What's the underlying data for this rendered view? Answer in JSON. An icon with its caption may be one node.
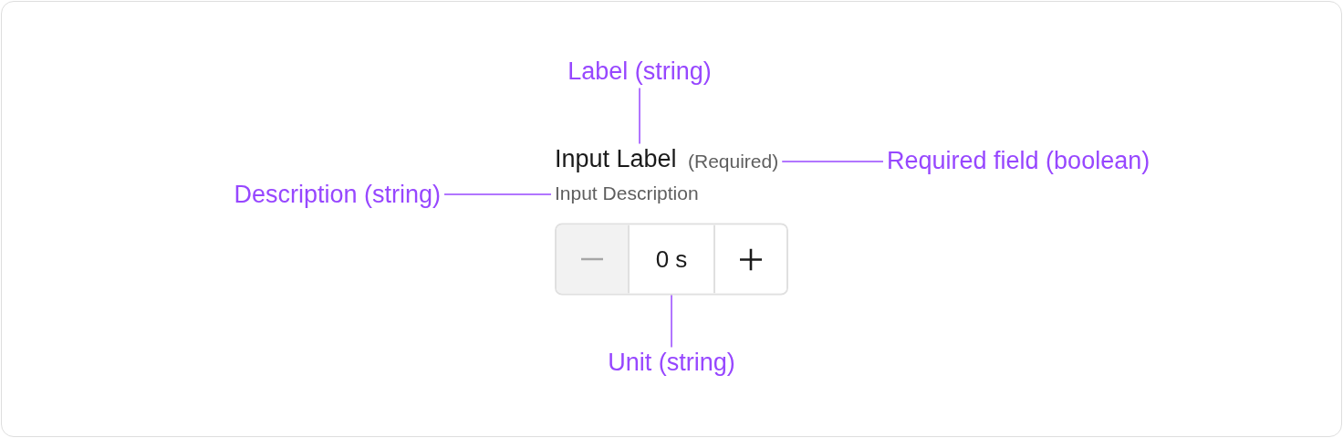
{
  "diagram": {
    "nodes": [
      {
        "text": [
          "Label (string)"
        ]
      },
      {
        "text": [
          "Input Label"
        ]
      },
      {
        "text": [
          "(Required)"
        ]
      },
      {
        "text": [
          "Required field (boolean)"
        ]
      },
      {
        "text": [
          "Description (string)"
        ]
      },
      {
        "text": [
          "Input Description"
        ]
      },
      {
        "text": [],
        "shape": "box"
      },
      {
        "text": [],
        "shape": "box",
        "in": 6
      },
      {
        "text": [
          "0 s"
        ],
        "in": 6
      },
      {
        "text": [],
        "shape": "box",
        "in": 6
      },
      {
        "text": [
          "Unit (string)"
        ]
      }
    ],
    "edges": [
      {
        "from": 0,
        "to": 1,
        "arrow": "none"
      },
      {
        "from": 3,
        "to": 2,
        "arrow": "none"
      },
      {
        "from": 4,
        "to": 5,
        "arrow": "none"
      },
      {
        "from": 10,
        "to": 8,
        "arrow": "none"
      }
    ]
  }
}
